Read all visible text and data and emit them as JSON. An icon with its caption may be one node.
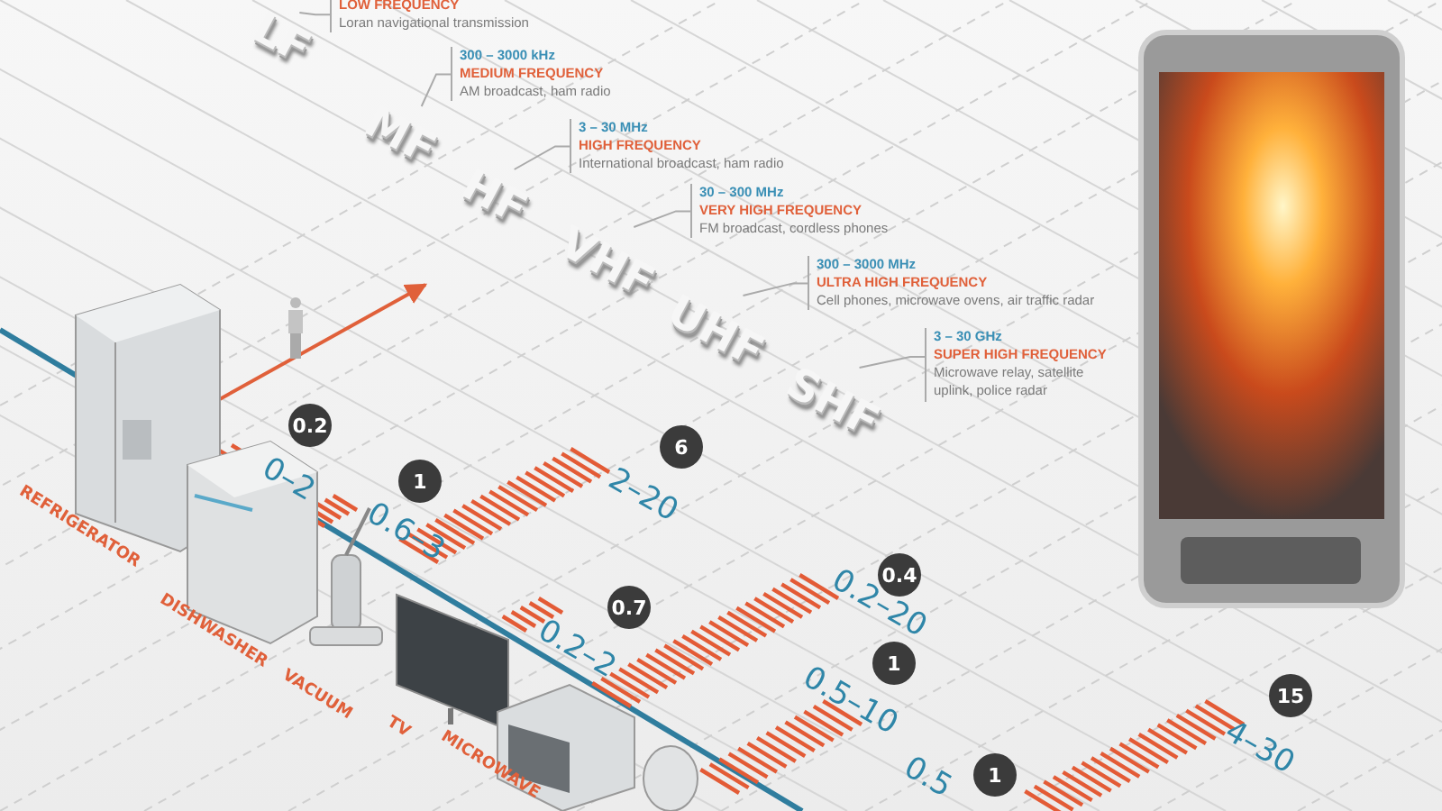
{
  "diagram": {
    "nodes": [
      {
        "text": [
          "LF"
        ]
      },
      {
        "text": [
          "MF"
        ]
      },
      {
        "text": [
          "HF"
        ]
      },
      {
        "text": [
          "VHF"
        ]
      },
      {
        "text": [
          "UHF"
        ]
      },
      {
        "text": [
          "SHF"
        ]
      },
      {
        "text": [
          "LOW FREQUENCY",
          "Loran navigational transmission"
        ]
      },
      {
        "text": [
          "300 – 3000 kHz",
          "MEDIUM FREQUENCY",
          "AM broadcast, ham radio"
        ]
      },
      {
        "text": [
          "3 – 30 MHz",
          "HIGH FREQUENCY",
          "International broadcast, ham radio"
        ]
      },
      {
        "text": [
          "30 – 300 MHz",
          "VERY HIGH FREQUENCY",
          "FM broadcast, cordless phones"
        ]
      },
      {
        "text": [
          "300 – 3000 MHz",
          "ULTRA HIGH FREQUENCY",
          "Cell phones, microwave ovens, air traffic radar"
        ]
      },
      {
        "text": [
          "3 – 30 GHz",
          "SUPER HIGH FREQUENCY",
          "Microwave relay, satellite uplink, police radar"
        ]
      }
    ],
    "edges": [
      {
        "from": 6,
        "to": 0,
        "arrow": "none"
      },
      {
        "from": 7,
        "to": 1,
        "arrow": "none"
      },
      {
        "from": 8,
        "to": 2,
        "arrow": "none"
      },
      {
        "from": 9,
        "to": 3,
        "arrow": "none"
      },
      {
        "from": 10,
        "to": 4,
        "arrow": "none"
      },
      {
        "from": 11,
        "to": 5,
        "arrow": "none"
      }
    ],
    "labels": [
      "REFRIGERATOR",
      "DISHWASHER",
      "VACUUM",
      "TV",
      "MICROWAVE",
      "0.2",
      "0–2",
      "1",
      "0.6–3",
      "6",
      "2–20",
      "0.7",
      "0.2–2",
      "0.4",
      "0.2–20",
      "1",
      "0.5–10",
      "1",
      "0.5",
      "15",
      "4–30"
    ]
  }
}
